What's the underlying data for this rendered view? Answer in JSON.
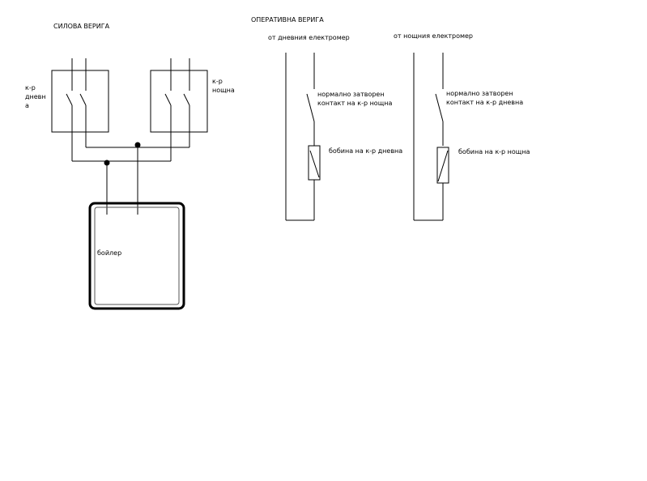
{
  "titles": {
    "power_circuit": "СИЛОВА ВЕРИГА",
    "control_circuit": "ОПЕРАТИВНА ВЕРИГА"
  },
  "power": {
    "contactor_day_label_line1": "к-р",
    "contactor_day_label_line2": "дневн",
    "contactor_day_label_line3": "а",
    "contactor_night_label_line1": "к-р",
    "contactor_night_label_line2": "нощна",
    "boiler_label": "бойлер"
  },
  "control": {
    "day_source": "от дневния електромер",
    "night_source": "от нощния електромер",
    "day_contact_line1": "нормално затворен",
    "day_contact_line2": "контакт на к-р нощна",
    "night_contact_line1": "нормално затворен",
    "night_contact_line2": "контакт на к-р дневна",
    "day_coil": "бобина на к-р дневна",
    "night_coil": "бобина на к-р нощна"
  }
}
